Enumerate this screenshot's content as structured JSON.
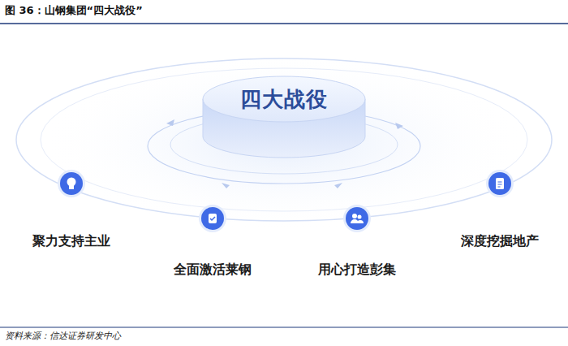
{
  "diagram": {
    "title": "图 36：山钢集团“四大战役”",
    "nodes": [
      {
        "text": [
          "四大战役"
        ]
      },
      {
        "text": [
          "聚力支持主业"
        ]
      },
      {
        "text": [
          "全面激活莱钢"
        ]
      },
      {
        "text": [
          "用心打造彭集"
        ]
      },
      {
        "text": [
          "深度挖掘地产"
        ]
      }
    ],
    "labels": [
      "资料来源：信达证券研发中心"
    ]
  }
}
